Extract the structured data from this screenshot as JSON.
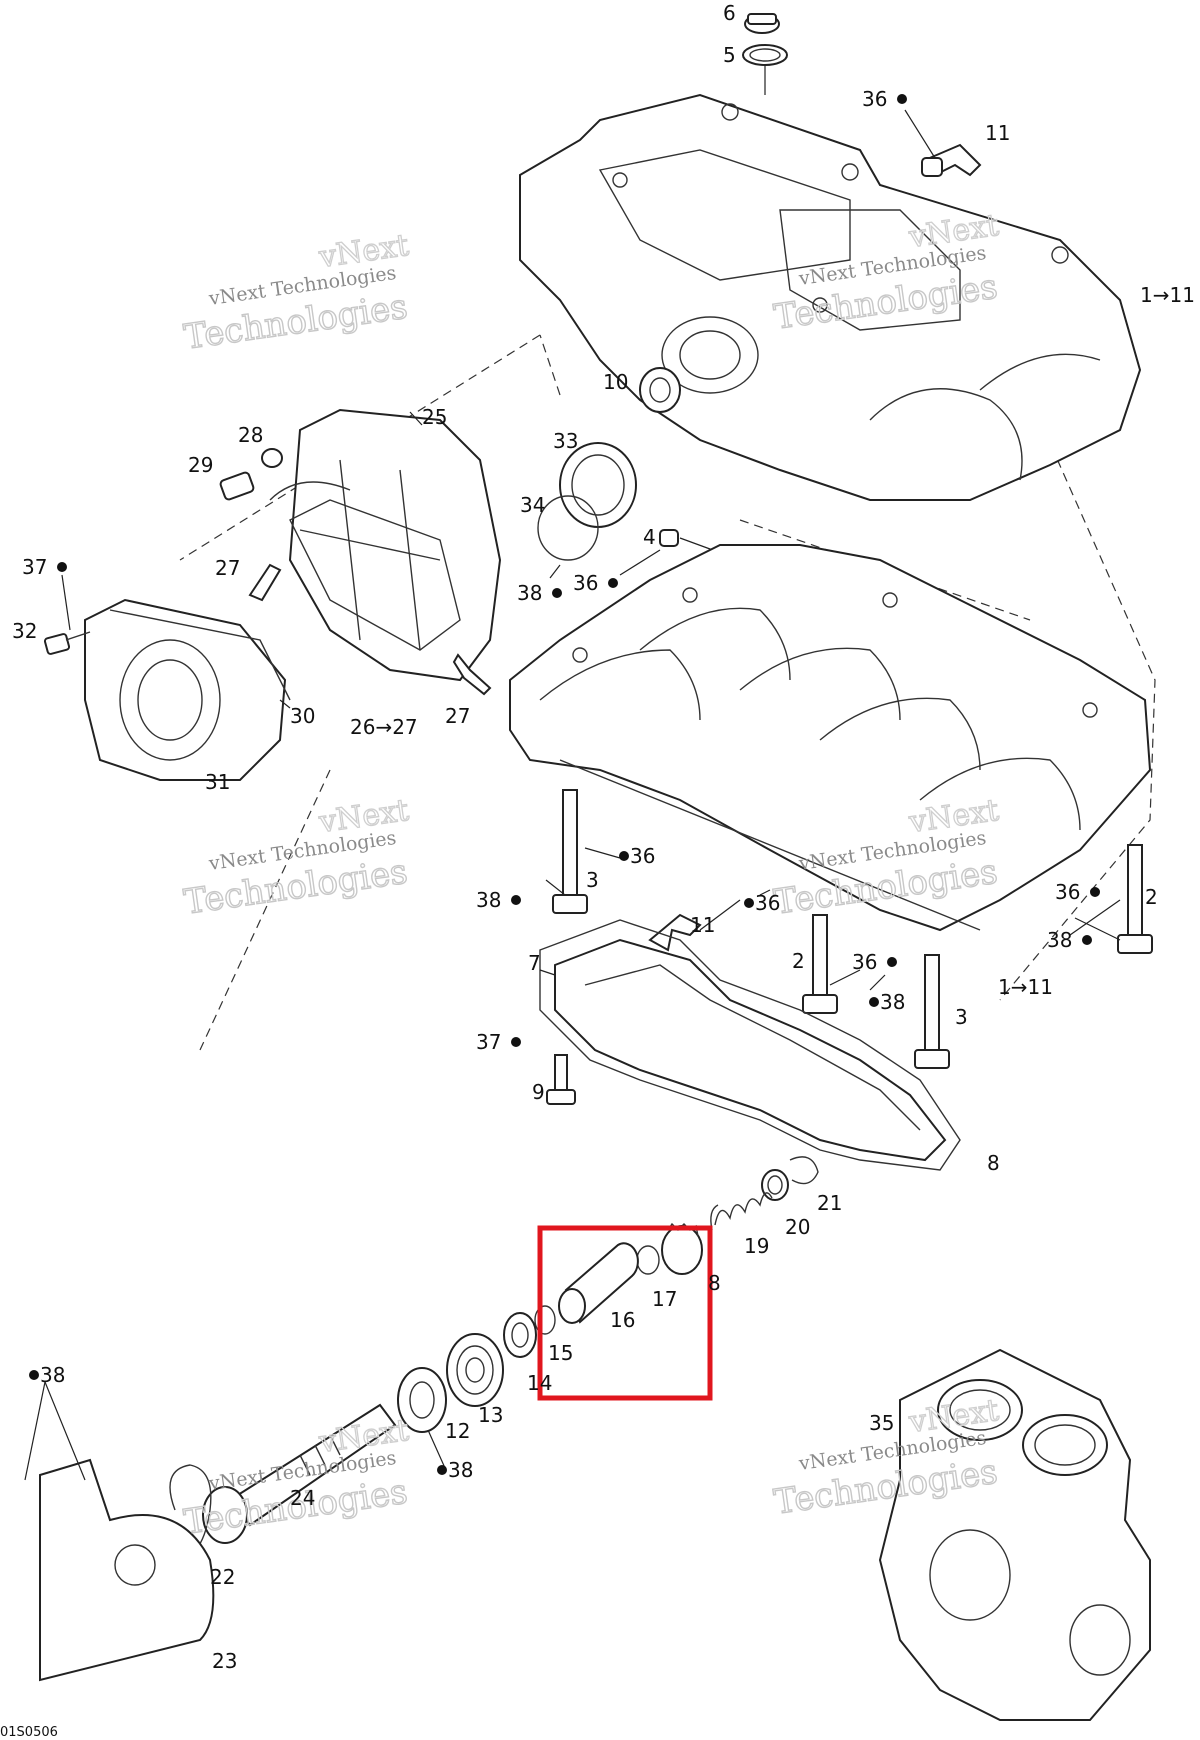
{
  "diagram_code": "01S0506",
  "watermark": {
    "line1": "vNext",
    "line2": "vNext Technologies",
    "line3": "Technologies"
  },
  "arrow_glyph": "→",
  "drop_glyph": "●",
  "highlight_color": "#e0161e",
  "callouts": {
    "c6": "6",
    "c5": "5",
    "c36a": "36",
    "c11a": "11",
    "c1to11a": "1→11",
    "c10": "10",
    "c25": "25",
    "c28": "28",
    "c29": "29",
    "c33": "33",
    "c34": "34",
    "c4": "4",
    "c37a": "37",
    "c27a": "27",
    "c38a": "38",
    "c36b": "36",
    "c32": "32",
    "c30": "30",
    "c26to27": "26→27",
    "c27b": "27",
    "c31": "31",
    "c36c": "36",
    "c3a": "3",
    "c38b": "38",
    "c11b": "11",
    "c36d": "36",
    "c36e": "36",
    "c2a": "2",
    "c38c": "38",
    "c2b": "2",
    "c36f": "36",
    "c38d": "38",
    "c1to11b": "1→11",
    "c7": "7",
    "c3b": "3",
    "c37b": "37",
    "c9": "9",
    "c8a": "8",
    "c21": "21",
    "c20": "20",
    "c19": "19",
    "c18": "8",
    "c17": "17",
    "c16": "16",
    "c15": "15",
    "c14": "14",
    "c13": "13",
    "c12": "12",
    "c38e": "38",
    "c38f": "38",
    "c24": "24",
    "c22": "22",
    "c23": "23",
    "c35": "35"
  }
}
